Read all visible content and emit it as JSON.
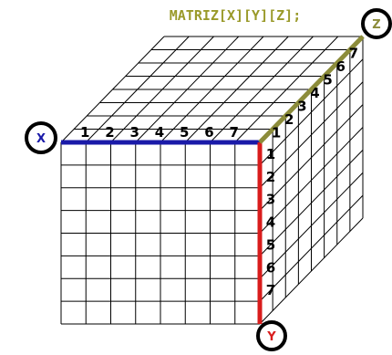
{
  "title": "MATRIZ[X][Y][Z];",
  "grid_size": 8,
  "axes": {
    "x": {
      "label": "X",
      "color": "#1a1aa8",
      "ticks": [
        "1",
        "2",
        "3",
        "4",
        "5",
        "6",
        "7"
      ]
    },
    "y": {
      "label": "Y",
      "color": "#d91c1c",
      "ticks": [
        "1",
        "2",
        "3",
        "4",
        "5",
        "6",
        "7"
      ]
    },
    "z": {
      "label": "Z",
      "color": "#8c8c3a",
      "ticks": [
        "1",
        "2",
        "3",
        "4",
        "5",
        "6",
        "7"
      ]
    }
  }
}
